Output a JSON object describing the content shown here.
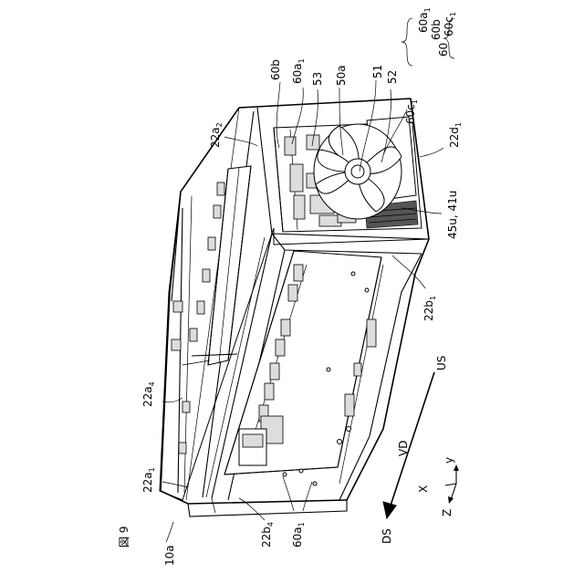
{
  "figure": {
    "title": "図 9",
    "reference": "10a"
  },
  "legend": {
    "group": "60",
    "members": [
      "60a1",
      "60b",
      "60c1"
    ],
    "members_display": [
      {
        "main": "60a",
        "sub": "1"
      },
      {
        "main": "60b",
        "sub": ""
      },
      {
        "main": "60c",
        "sub": "1"
      }
    ]
  },
  "labels": {
    "l_60b": "60b",
    "l_60a1_top": {
      "main": "60a",
      "sub": "1"
    },
    "l_53": "53",
    "l_50a": "50a",
    "l_51": "51",
    "l_52": "52",
    "l_60c1": {
      "main": "60c",
      "sub": "1"
    },
    "l_22d1": {
      "main": "22d",
      "sub": "1"
    },
    "l_22a2": {
      "main": "22a",
      "sub": "2"
    },
    "l_45u41u": "45u, 41u",
    "l_22b1": {
      "main": "22b",
      "sub": "1"
    },
    "l_22a4": {
      "main": "22a",
      "sub": "4"
    },
    "l_22a1": {
      "main": "22a",
      "sub": "1"
    },
    "l_22b4": {
      "main": "22b",
      "sub": "4"
    },
    "l_60a1_bottom": {
      "main": "60a",
      "sub": "1"
    }
  },
  "directions": {
    "vd": "VD",
    "us": "US",
    "ds": "DS"
  },
  "axes": {
    "x": "X",
    "y": "y",
    "z": "Z"
  }
}
